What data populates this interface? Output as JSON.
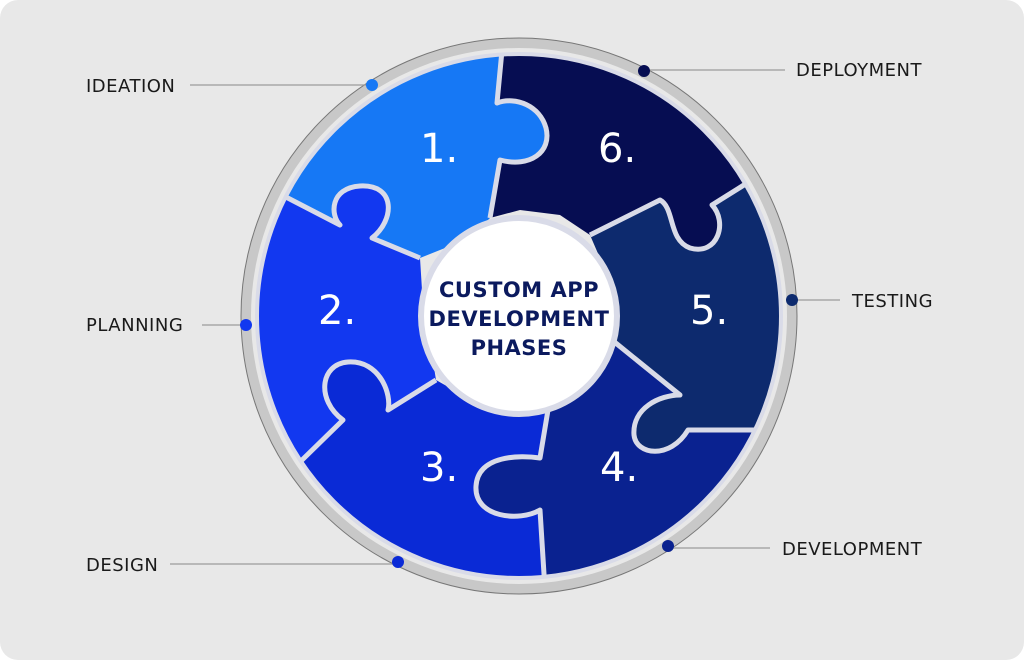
{
  "center_title": [
    "CUSTOM APP",
    "DEVELOPMENT",
    "PHASES"
  ],
  "phases": [
    {
      "number": "1.",
      "label": "IDEATION",
      "color": "#1678f5"
    },
    {
      "number": "2.",
      "label": "PLANNING",
      "color": "#1238f0"
    },
    {
      "number": "3.",
      "label": "DESIGN",
      "color": "#0a2ad6"
    },
    {
      "number": "4.",
      "label": "DEVELOPMENT",
      "color": "#0a2290"
    },
    {
      "number": "5.",
      "label": "TESTING",
      "color": "#0d2a6e"
    },
    {
      "number": "6.",
      "label": "DEPLOYMENT",
      "color": "#060d52"
    }
  ],
  "colors": {
    "background": "#e8e8e8",
    "ring": "#c8c8c8",
    "ring_outline": "#777777",
    "leader_line": "#9a9a9a",
    "label_text": "#1a1a1a",
    "center_text": "#0b1a5e",
    "piece_border": "#d9dbe8"
  }
}
